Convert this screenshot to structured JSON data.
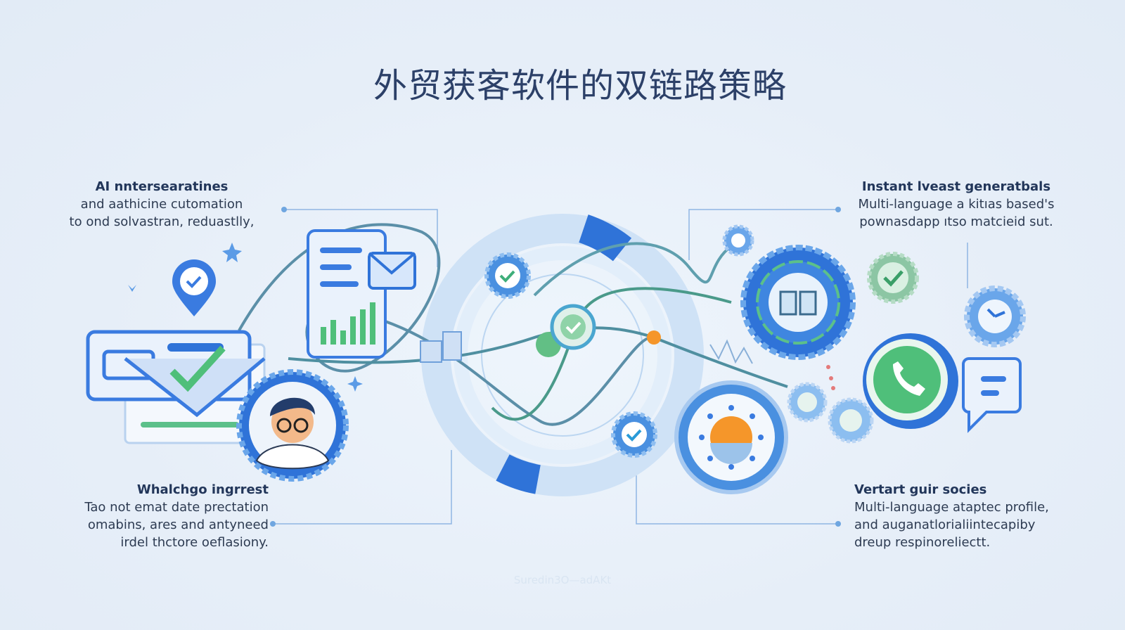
{
  "title": "外贸获客软件的双链路策略",
  "blocks": {
    "top_left": {
      "heading": "AI nntersearatines",
      "lines": [
        "and aathicine cutomation",
        "to ond solvastran, reduastlly,"
      ]
    },
    "top_right": {
      "heading": "Instant lveast generatbals",
      "lines": [
        "Multi-language a kitıas based's",
        "pownasdapp ıtso matcieid sut."
      ]
    },
    "bottom_left": {
      "heading": "Whalchgo ingrrest",
      "lines": [
        "Tao not emat date prectation",
        "omabins, ares and antyneed",
        "irdel thctore oeflasiony."
      ]
    },
    "bottom_right": {
      "heading": "Vertart guir socies",
      "lines": [
        "Multi-language ataptec profile,",
        "and auganatlorialiintecapiby",
        "dreup respinoreliectt."
      ]
    }
  },
  "watermark": "Suredin3O—adAKt",
  "colors": {
    "accent": "#3a7be0",
    "green": "#4fbf7a",
    "orange": "#f5962a",
    "title": "#2c4068"
  }
}
